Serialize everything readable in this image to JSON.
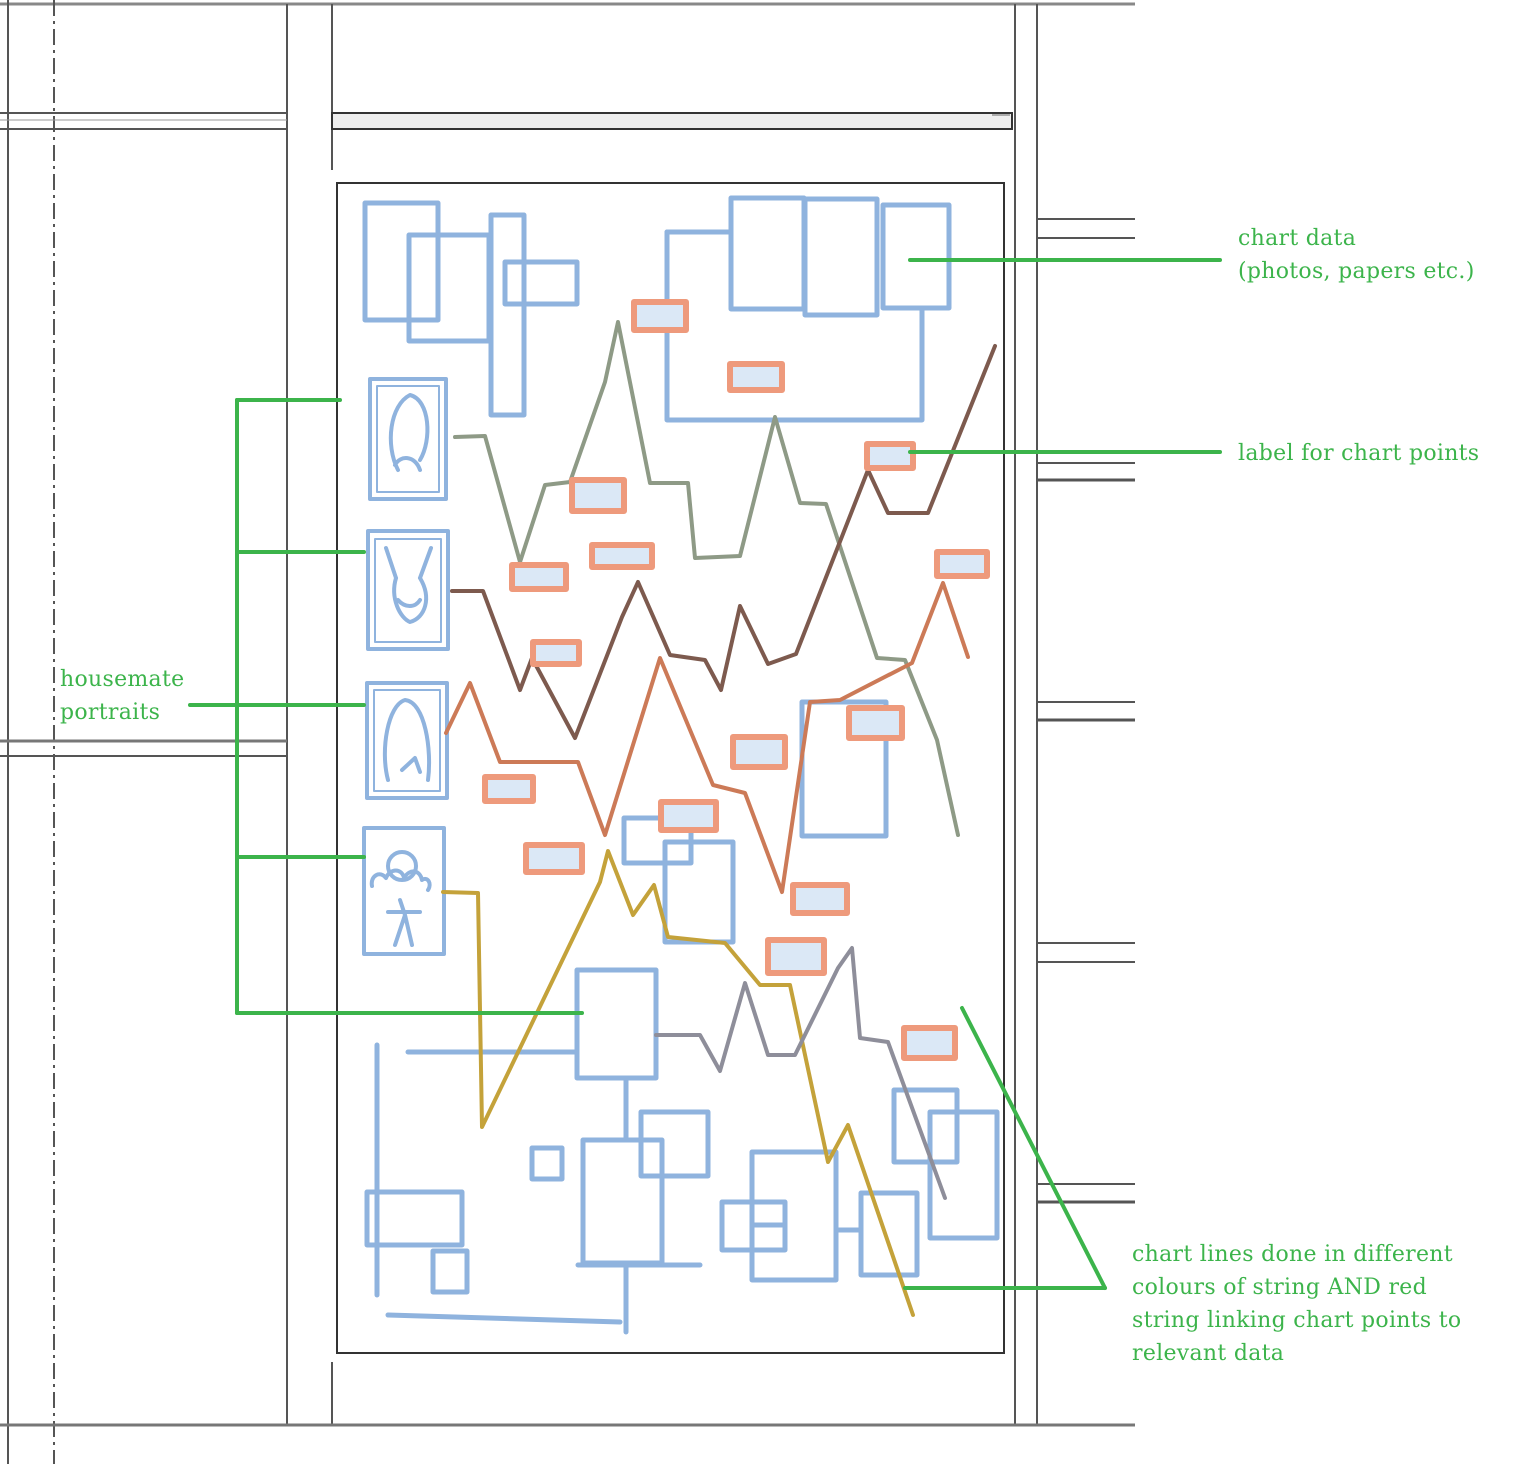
{
  "colors": {
    "annotation": "#3cb44b",
    "paper": "#8fb3de",
    "label": "#ee9a7c",
    "string_grey_green": "#8e9a86",
    "string_brown": "#7d5a4e",
    "string_orange": "#cc7a57",
    "string_gold": "#c4a23a",
    "string_grey": "#8e8e9a",
    "wall": "#555555"
  },
  "annotations": {
    "chart_data": "chart data\n(photos, papers etc.)",
    "chart_points_label": "label for chart points",
    "housemate_portraits": "housemate\nportraits",
    "chart_lines": "chart lines done in different\ncolours of string AND red\nstring linking chart points to\nrelevant data"
  },
  "icons": {
    "portraits": [
      "long-hair-portrait-icon",
      "cat-ears-portrait-icon",
      "veiled-figure-portrait-icon",
      "curly-hair-figure-portrait-icon"
    ]
  }
}
